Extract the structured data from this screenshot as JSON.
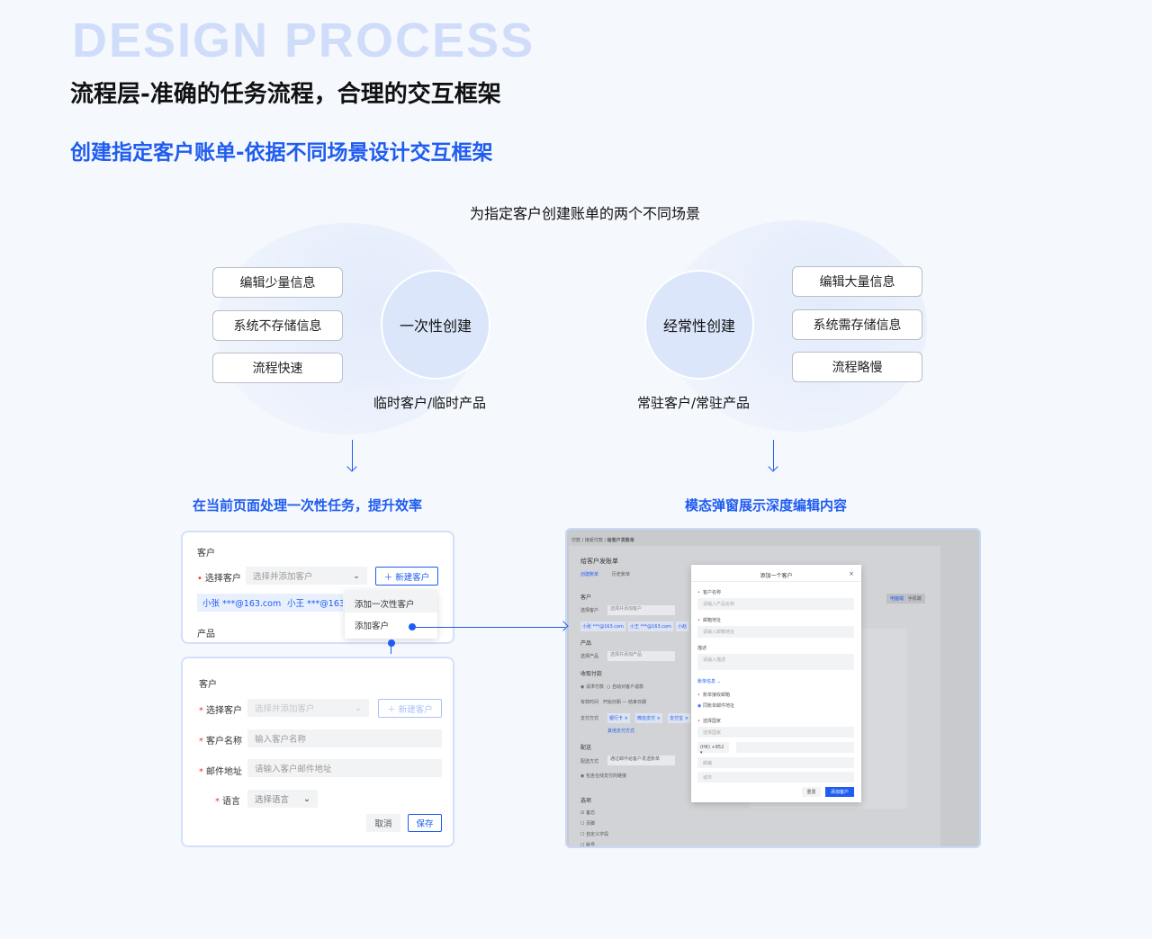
{
  "header": {
    "bg_word": "DESIGN PROCESS",
    "title": "流程层-准确的任务流程，合理的交互框架",
    "subtitle": "创建指定客户账单-依据不同场景设计交互框架"
  },
  "diagram": {
    "title": "为指定客户创建账单的两个不同场景",
    "left": {
      "circle": "一次性创建",
      "caption": "临时客户/临时产品",
      "pills": [
        "编辑少量信息",
        "系统不存储信息",
        "流程快速"
      ],
      "result": "在当前页面处理一次性任务，提升效率"
    },
    "right": {
      "circle": "经常性创建",
      "caption": "常驻客户/常驻产品",
      "pills": [
        "编辑大量信息",
        "系统需存储信息",
        "流程略慢"
      ],
      "result": "模态弹窗展示深度编辑内容"
    }
  },
  "form1": {
    "section": "客户",
    "select_label": "选择客户",
    "select_placeholder": "选择并添加客户",
    "new_btn": "新建客户",
    "tags": [
      "小张 ***@163.com",
      "小王 ***@163.com"
    ],
    "menu": [
      "添加一次性客户",
      "添加客户"
    ],
    "product": "产品"
  },
  "form2": {
    "section": "客户",
    "select_label": "选择客户",
    "select_placeholder": "选择并添加客户",
    "new_btn": "新建客户",
    "name_label": "客户名称",
    "name_placeholder": "输入客户名称",
    "email_label": "邮件地址",
    "email_placeholder": "请输入客户邮件地址",
    "lang_label": "语言",
    "lang_placeholder": "选择语言",
    "cancel": "取消",
    "save": "保存"
  },
  "screen": {
    "breadcrumb": [
      "付款",
      "接受付款",
      "给客户发账单"
    ],
    "page_title": "给客户发账单",
    "tabs": [
      "创建账单",
      "历史账单"
    ],
    "customer": "客户",
    "select_customer": "选择客户",
    "select_customer_ph": "选择并添加客户",
    "tags": [
      "小张 ***@163.com",
      "小王 ***@163.com",
      "小赵"
    ],
    "product": "产品",
    "select_product": "选择产品",
    "select_product_ph": "选择并添加产品",
    "collect": "收取付款",
    "radio1": "请求付款",
    "radio2": "自动对客户退款",
    "period": "有效时间",
    "start": "开始日期",
    "end": "结束日期",
    "pay_method": "支付方式",
    "pay_tags": [
      "银行卡 ×",
      "微信支付 ×",
      "支付宝 ×"
    ],
    "other_pay": "其他支付方式",
    "delivery": "配送",
    "delivery_method": "配送方式",
    "delivery_val": "通过邮件给客户发送账单",
    "online_link": "包含在线支付的链接",
    "options": "选项",
    "checks": [
      "备忘",
      "页脚",
      "自定义字段",
      "账号"
    ],
    "preview_tabs": [
      "电脑端",
      "手机端"
    ],
    "modal": {
      "title": "添加一个客户",
      "name_label": "客户名称",
      "name_ph": "请输入产品名称",
      "email_label": "邮箱地址",
      "email_ph": "请输入邮箱地址",
      "desc_label": "描述",
      "desc_ph": "请输入描述",
      "bill_info": "账单信息 ⌄",
      "bill_email": "账单接收邮箱",
      "same_addr": "同账单邮件地址",
      "country": "选择国家",
      "country_ph": "选择国家",
      "phone_code": "(HK) +852 ▾",
      "postcode": "邮编",
      "city": "城市",
      "reset": "重置",
      "add": "添加客户"
    }
  }
}
